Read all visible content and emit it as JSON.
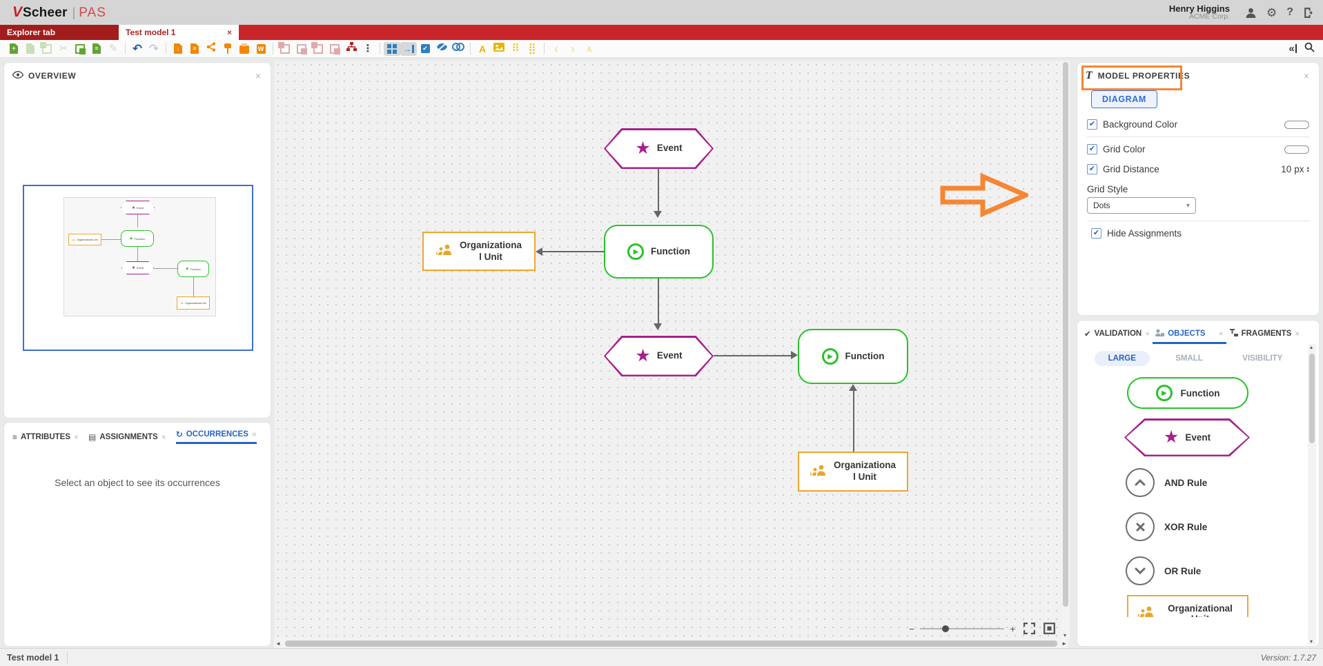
{
  "header": {
    "logo_mark": "V",
    "logo_name": "Scheer",
    "logo_sep": "|",
    "logo_product": "PAS",
    "user_name": "Henry Higgins",
    "user_org": "ACME Corp."
  },
  "tabs": {
    "explorer": "Explorer tab",
    "model": "Test model 1"
  },
  "toolbar": {
    "glyphs": {
      "plus": "+",
      "down": "↓",
      "lines": "≡",
      "cut": "✂",
      "edit": "✎",
      "undo": "↶",
      "redo": "↷",
      "kebab": "⋮",
      "word": "W",
      "font": "A",
      "dots6": "⠿",
      "dots9": "⣿",
      "chev_left": "‹",
      "chev_right": "›",
      "chev_up": "∧",
      "collapse": "«",
      "gear": "⚙",
      "question": "?",
      "check": "✔",
      "close": "×",
      "star": "★",
      "play": "▶",
      "snap": "→",
      "tri_up": "▴",
      "tri_down": "▾",
      "tri_left": "◄",
      "tri_right": "►",
      "minus": "−",
      "plus_zoom": "+",
      "dd_arrow": "▾",
      "attributes_icon": "≡",
      "assignments_icon": "▤",
      "occurrences_icon": "↻",
      "validation_icon": "✔",
      "and_glyph": "∧",
      "xor_glyph": "✕",
      "or_glyph": "∨"
    }
  },
  "overview": {
    "title": "OVERVIEW"
  },
  "bottom_left": {
    "tabs": {
      "attributes": "ATTRIBUTES",
      "assignments": "ASSIGNMENTS",
      "occurrences": "OCCURRENCES"
    },
    "empty_message": "Select an object to see its occurrences"
  },
  "diagram": {
    "event": "Event",
    "function": "Function",
    "org_unit": "Organizational Unit"
  },
  "model_properties": {
    "type_icon": "T",
    "title": "MODEL PROPERTIES",
    "diagram_button": "DIAGRAM",
    "background_color": "Background Color",
    "grid_color": "Grid Color",
    "grid_distance": "Grid Distance",
    "grid_distance_value": "10",
    "grid_distance_unit": "px",
    "grid_style_label": "Grid Style",
    "grid_style_value": "Dots",
    "hide_assignments": "Hide Assignments"
  },
  "right_tabs": {
    "validation": "VALIDATION",
    "objects": "OBJECTS",
    "fragments": "FRAGMENTS"
  },
  "objects_panel": {
    "size_tabs": {
      "large": "LARGE",
      "small": "SMALL",
      "visibility": "VISIBILITY"
    },
    "items": [
      "Function",
      "Event",
      "AND Rule",
      "XOR Rule",
      "OR Rule",
      "Organizational Unit"
    ]
  },
  "footer": {
    "model_name": "Test model 1",
    "version_label": "Version:",
    "version_value": "1.7.27"
  },
  "colors": {
    "accent_blue": "#2563c9",
    "brand_red": "#c8252b",
    "event_magenta": "#a7208c",
    "function_green": "#28c128",
    "org_orange": "#eda62f",
    "annotation_orange": "#f58634"
  }
}
